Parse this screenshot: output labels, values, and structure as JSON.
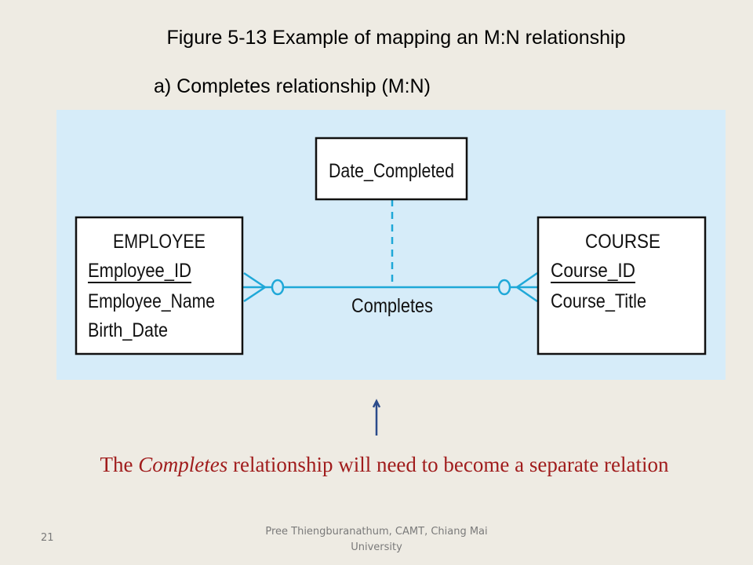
{
  "title": "Figure 5-13 Example of mapping an M:N relationship",
  "subtitle": "a) Completes relationship (M:N)",
  "diagram": {
    "entities": {
      "employee": {
        "name": "EMPLOYEE",
        "attributes": [
          "Employee_ID",
          "Employee_Name",
          "Birth_Date"
        ]
      },
      "course": {
        "name": "COURSE",
        "attributes": [
          "Course_ID",
          "Course_Title"
        ]
      }
    },
    "associative_attribute": "Date_Completed",
    "relationship": "Completes",
    "colors": {
      "panel": "#d6ecf9",
      "line": "#1fa8d8",
      "box_border": "#111111"
    }
  },
  "caption": {
    "before": "The ",
    "emphasis": "Completes",
    "after": " relationship will need to become a separate relation",
    "color": "#a01c1c"
  },
  "pointer": {
    "icon": "up-arrow-icon",
    "color": "#2a4a8a"
  },
  "footer": {
    "slide_number": "21",
    "credit": "Pree Thiengburanathum, CAMT, Chiang Mai University"
  }
}
